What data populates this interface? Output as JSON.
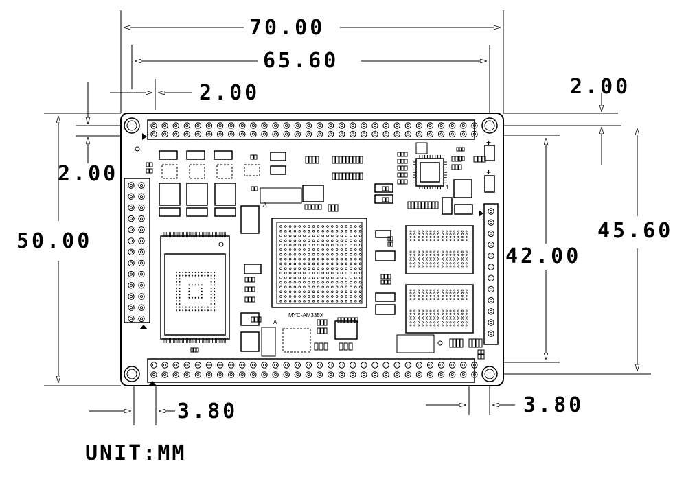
{
  "dimensions": {
    "overall_width": "70.00",
    "header_pitch_width": "65.60",
    "edge_offset_top_left": "2.00",
    "edge_offset_top_right": "2.00",
    "edge_offset_left": "2.00",
    "overall_height": "50.00",
    "header_span_right": "42.00",
    "hole_pitch_height": "45.60",
    "bottom_offset_left": "3.80",
    "bottom_offset_right": "3.80"
  },
  "unit_label": "UNIT:MM",
  "silkscreen": {
    "module_name": "MYC-AM335X",
    "corner_mark": "A",
    "pin_one": "1",
    "plus_sign": "+"
  },
  "colors": {
    "ink": "#000000",
    "board": "#ffffff"
  }
}
